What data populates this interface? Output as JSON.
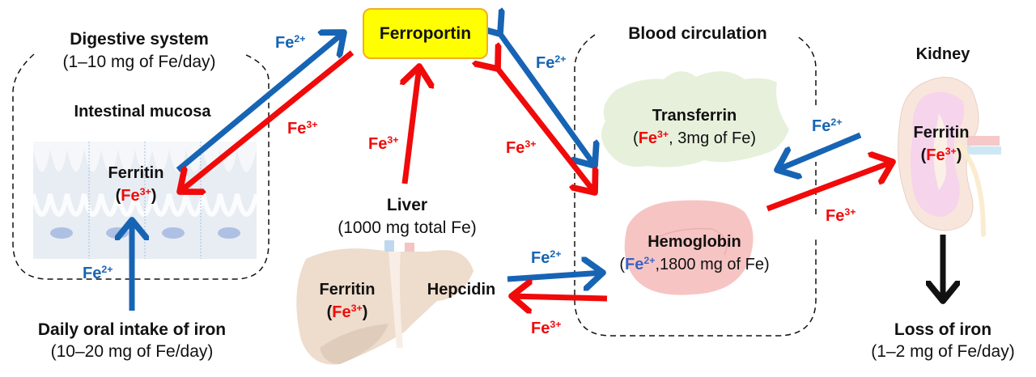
{
  "colors": {
    "fe2_blue": "#1764b4",
    "fe3_red": "#f00a0a",
    "ferroportin_fill": "#ffff00",
    "loss_arrow": "#111111"
  },
  "ion_labels": {
    "fe": "Fe",
    "fe2_charge": "2+",
    "fe3_charge": "3+"
  },
  "digestive": {
    "title": "Digestive system",
    "subtitle": "(1–10 mg of Fe/day)",
    "mucosa_label": "Intestinal mucosa",
    "ferritin": "Ferritin"
  },
  "intake": {
    "title": "Daily oral intake of iron",
    "subtitle": "(10–20 mg of Fe/day)"
  },
  "ferroportin": {
    "label": "Ferroportin"
  },
  "liver": {
    "title": "Liver",
    "subtitle": "(1000 mg total Fe)",
    "ferritin": "Ferritin",
    "hepcidin": "Hepcidin"
  },
  "blood": {
    "title": "Blood circulation",
    "transferrin": "Transferrin",
    "transferrin_detail": ", 3mg of Fe)",
    "hemoglobin": "Hemoglobin",
    "hemoglobin_detail": ",1800 mg of Fe)"
  },
  "kidney": {
    "title": "Kidney",
    "ferritin": "Ferritin"
  },
  "loss": {
    "title": "Loss of iron",
    "subtitle": "(1–2 mg of Fe/day)"
  },
  "paren_open": "(",
  "paren_close": ")"
}
